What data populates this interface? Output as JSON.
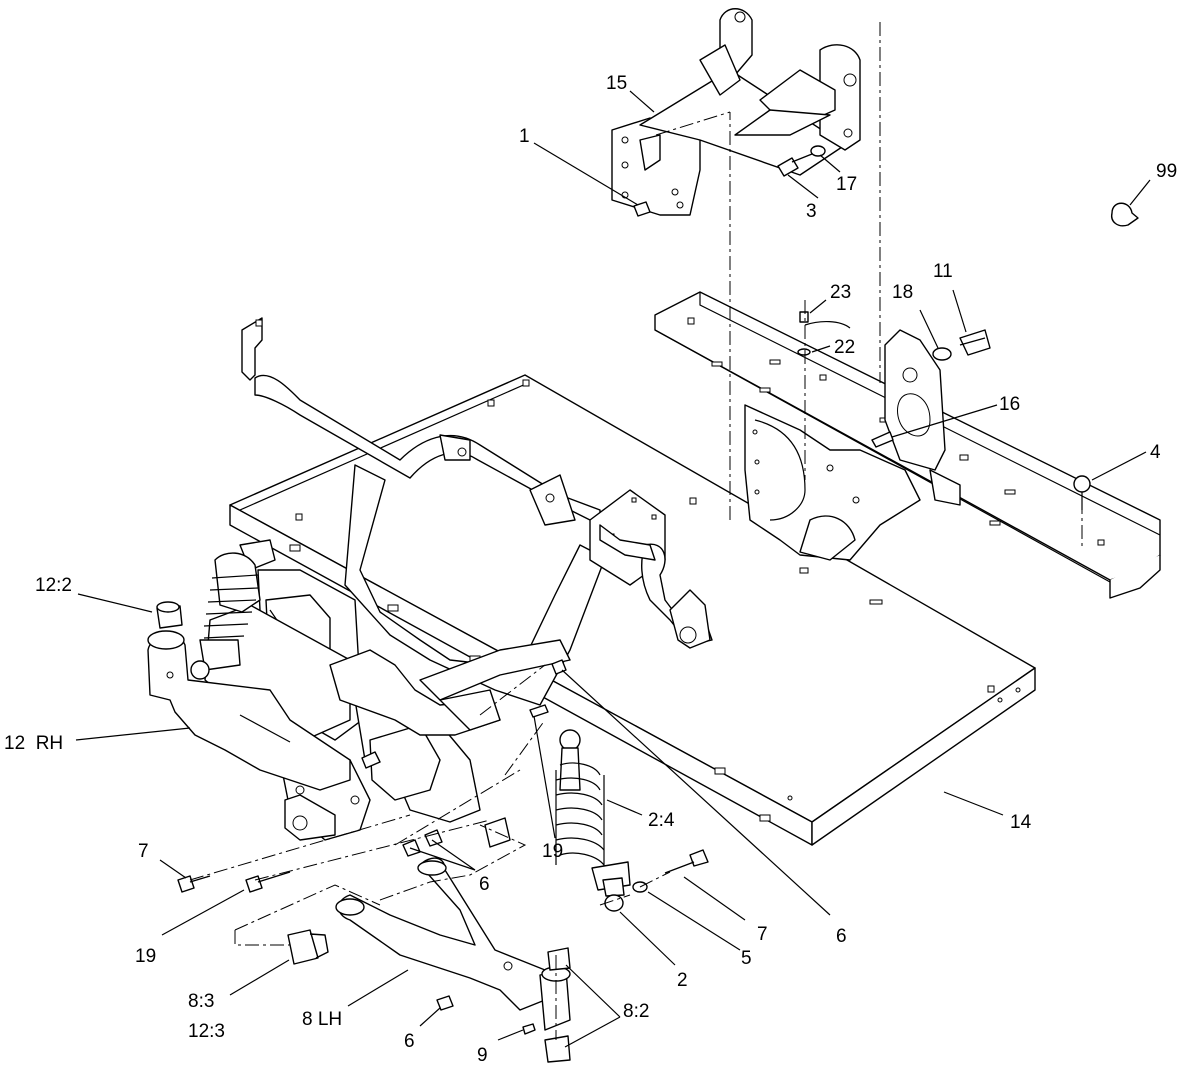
{
  "callouts": {
    "c1": "1",
    "c15": "15",
    "c3": "3",
    "c17": "17",
    "c99": "99",
    "c23": "23",
    "c22": "22",
    "c18": "18",
    "c11": "11",
    "c16": "16",
    "c4": "4",
    "c12_2": "12:2",
    "c12rh": "12  RH",
    "c2_4": "2:4",
    "c14": "14",
    "c19a": "19",
    "c6a": "6",
    "c6b": "6",
    "c7a": "7",
    "c19b": "19",
    "c7b": "7",
    "c5": "5",
    "c2": "2",
    "c8_3": "8:3",
    "c12_3": "12:3",
    "c8lh": "8 LH",
    "c6c": "6",
    "c9": "9",
    "c8_2": "8:2"
  }
}
